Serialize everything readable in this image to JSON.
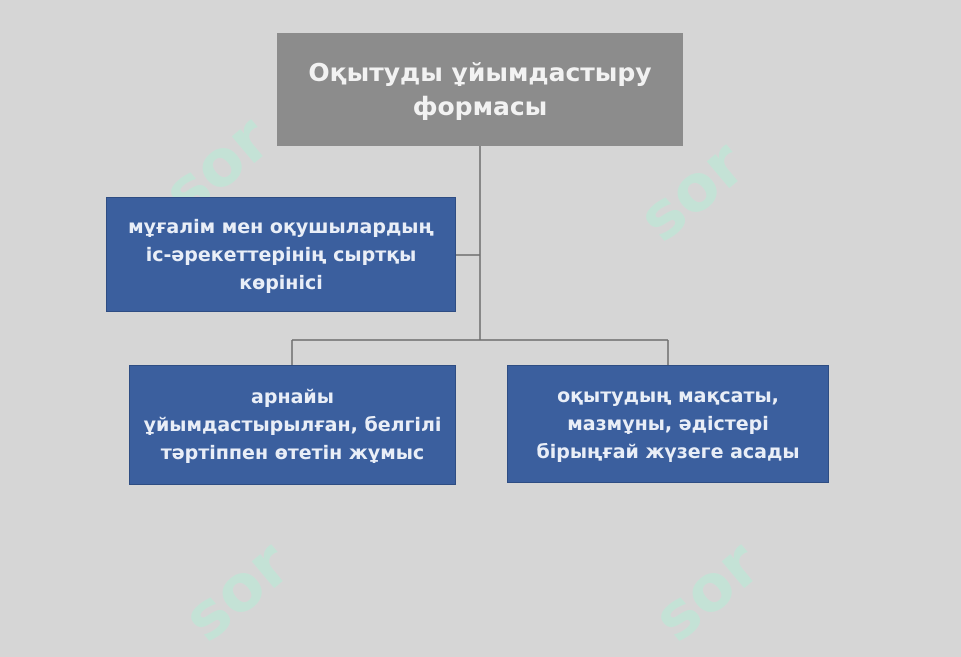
{
  "diagram": {
    "root": {
      "label": "Оқытуды ұйымдастыру\nформасы"
    },
    "side": {
      "label": "мұғалім мен оқушылардың\nіс-әрекеттерінің сыртқы\nкөрінісі"
    },
    "children": [
      {
        "label": "арнайы\nұйымдастырылған, белгілі\nтәртіппен өтетін жұмыс"
      },
      {
        "label": "оқытудың мақсаты,\nмазмұны, әдістері\nбірыңғай жүзеге асады"
      }
    ]
  },
  "watermark": {
    "text": "sor"
  },
  "colors": {
    "background": "#d6d6d6",
    "root_box": "#8c8c8c",
    "child_box": "#3b5f9e",
    "connector": "#6f6f6f",
    "watermark": "#bfe6d6"
  }
}
